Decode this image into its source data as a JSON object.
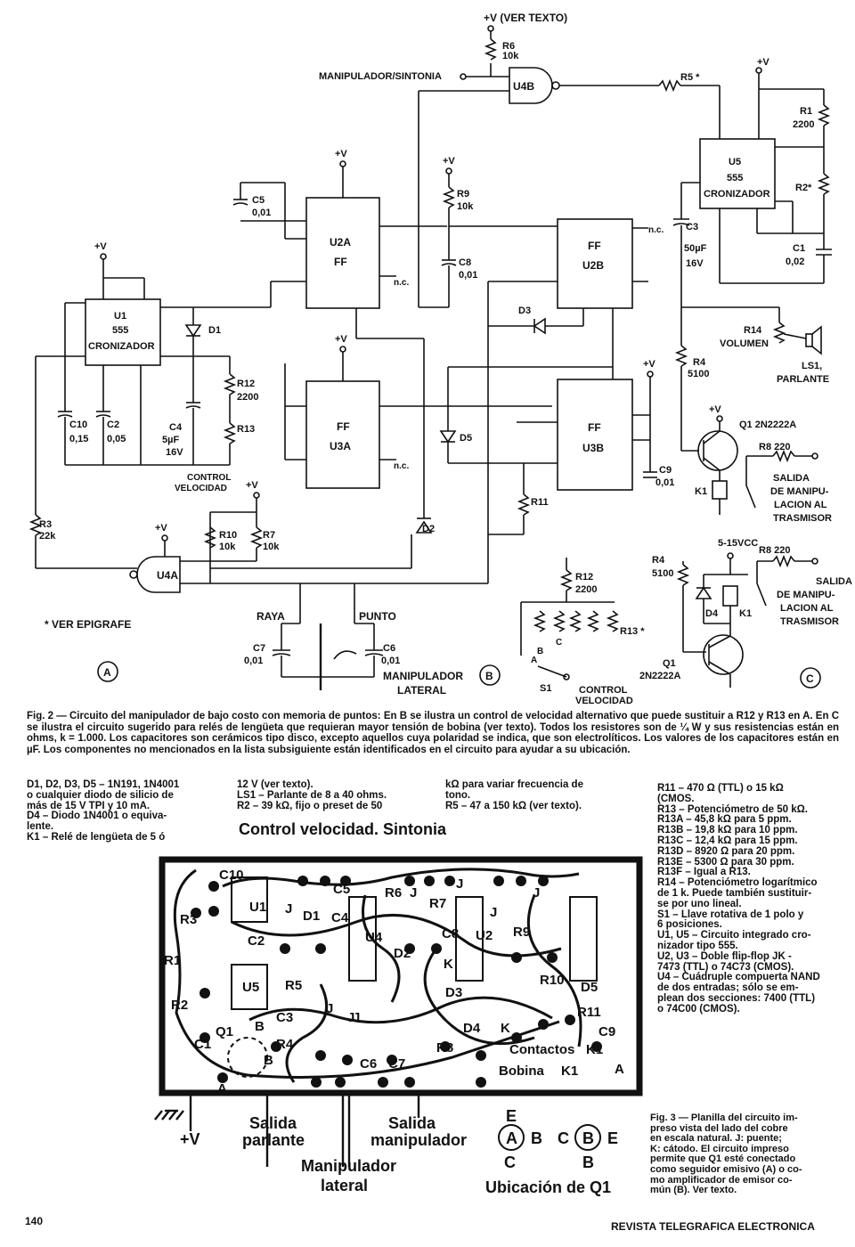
{
  "schematic": {
    "supply_top": "+V (VER TEXTO)",
    "plus_v": "+V",
    "supply_5_15": "5-15VCC",
    "manip_sintonia": "MANIPULADOR/SINTONIA",
    "u4b": "U4B",
    "u4a": "U4A",
    "u1": [
      "U1",
      "555",
      "CRONIZADOR"
    ],
    "u5": [
      "U5",
      "555",
      "CRONIZADOR"
    ],
    "u2a": [
      "U2A",
      "FF"
    ],
    "u3a": [
      "FF",
      "U3A"
    ],
    "u2b": [
      "FF",
      "U2B"
    ],
    "u3b": [
      "FF",
      "U3B"
    ],
    "r6": [
      "R6",
      "10k"
    ],
    "r5": "R5 *",
    "r1": [
      "R1",
      "2200"
    ],
    "r2": "R2*",
    "r9": [
      "R9",
      "10k"
    ],
    "r12": [
      "R12",
      "2200"
    ],
    "r13": "R13",
    "r3": [
      "R3",
      "22k"
    ],
    "r10": [
      "R10",
      "10k"
    ],
    "r7": [
      "R7",
      "10k"
    ],
    "r11": "R11",
    "r4": [
      "R4",
      "5100"
    ],
    "r8": "R8 220",
    "r14": [
      "R14",
      "VOLUMEN"
    ],
    "c5": [
      "C5",
      "0,01"
    ],
    "c8": [
      "C8",
      "0,01"
    ],
    "c3": [
      "C3",
      "50µF",
      "16V"
    ],
    "c1": [
      "C1",
      "0,02"
    ],
    "c10": [
      "C10",
      "0,15"
    ],
    "c2": [
      "C2",
      "0,05"
    ],
    "c4": [
      "C4",
      "5µF",
      "16V"
    ],
    "c9": [
      "C9",
      "0,01"
    ],
    "c7": [
      "C7",
      "0,01"
    ],
    "c6": [
      "C6",
      "0,01"
    ],
    "d1": "D1",
    "d2": "D2",
    "d3": "D3",
    "d4": "D4",
    "d5": "D5",
    "control_velocidad": [
      "CONTROL",
      "VELOCIDAD"
    ],
    "ls1": [
      "LS1,",
      "PARLANTE"
    ],
    "q1": "Q1 2N2222A",
    "k1": "K1",
    "salida_manip": [
      "SALIDA",
      "DE MANIPU-",
      "LACION AL",
      "TRASMISOR"
    ],
    "salida_manip2": [
      "SALIDA",
      "DE MANIPU-",
      "LACION AL",
      "TRASMISOR"
    ],
    "raya": "RAYA",
    "punto": "PUNTO",
    "manip_lateral": [
      "MANIPULADOR",
      "LATERAL"
    ],
    "ver_epigrafe": "* VER EPIGRAFE",
    "label_a": "A",
    "label_b": "B",
    "label_c": "C",
    "s1": "S1",
    "s1_ctrl": [
      "CONTROL",
      "VELOCIDAD"
    ],
    "r13star": "R13 *",
    "q1c": [
      "Q1",
      "2N2222A"
    ],
    "nc": "n.c."
  },
  "caption": "Fig. 2 — Circuito del manipulador de bajo costo con memoria de puntos: En B se ilustra un control de velocidad alternativo que puede sustituir a R12 y R13 en A. En C se ilustra el circuito sugerido para relés de lengüeta que requieran mayor tensión de bobina (ver texto). Todos los resistores son de ¼ W y sus resistencias están en ohms, k = 1.000. Los capacitores son cerámicos tipo disco, excepto aquellos cuya polaridad se indica, que son electrolíticos. Los valores de los capacitores están en µF. Los componentes no mencionados en la lista subsiguiente están identificados en el circuito para ayudar a su ubicación.",
  "parts": {
    "col1": [
      "D1, D2, D3, D5 – 1N191, 1N4001",
      "o cualquier diodo de silicio de",
      "más de 15 V TPI y 10 mA.",
      "D4 – Diodo 1N4001 o equiva-",
      "lente.",
      "K1 – Relé de lengüeta de 5 ó"
    ],
    "col2": [
      "12 V (ver texto).",
      "LS1 – Parlante de 8 a 40 ohms.",
      "R2 – 39 kΩ, fijo o preset de 50"
    ],
    "col3": [
      "kΩ para variar frecuencia de",
      "tono.",
      "R5 – 47 a 150 kΩ (ver texto)."
    ],
    "col4": [
      "R11 – 470 Ω (TTL) o 15 kΩ",
      "(CMOS.",
      "R13 – Potenciómetro de 50 kΩ.",
      "R13A – 45,8 kΩ para 5 ppm.",
      "R13B – 19,8 kΩ para 10 ppm.",
      "R13C – 12,4 kΩ para 15 ppm.",
      "R13D – 8920 Ω para 20 ppm.",
      "R13E – 5300 Ω para 30 ppm.",
      "R13F – Igual a R13.",
      "R14 – Potenciómetro logarítmico",
      "de 1 k. Puede también sustituir-",
      "se por uno lineal.",
      "S1 – Llave rotativa de 1 polo y",
      "6 posiciones.",
      "U1, U5 – Circuito integrado cro-",
      "nizador tipo 555.",
      "U2, U3 – Doble flip-flop JK -",
      "7473 (TTL) o 74C73 (CMOS).",
      "U4 – Cuádruple compuerta NAND",
      "de dos entradas; sólo se em-",
      "plean dos secciones: 7400 (TTL)",
      "o 74C00 (CMOS)."
    ]
  },
  "pcb": {
    "title": "Control velocidad. Sintonia",
    "labels": [
      "C10",
      "R3",
      "U1",
      "C5",
      "R6",
      "J",
      "R7",
      "J",
      "J",
      "J",
      "C2",
      "D1",
      "C4",
      "U4",
      "C8",
      "U2",
      "R9",
      "J",
      "R1",
      "U5",
      "R5",
      "D2",
      "K",
      "R10",
      "D5",
      "R2",
      "C3",
      "J",
      "J",
      "D3",
      "R11",
      "C1",
      "Q1",
      "B",
      "R4",
      "D4",
      "K",
      "C9",
      "Contactos",
      "K1",
      "R8",
      "Bobina",
      "K1",
      "B",
      "C6",
      "C7",
      "A",
      "A",
      "J"
    ],
    "bottom_labels": [
      "+V",
      "Salida",
      "parlante",
      "Manipulador",
      "lateral",
      "Salida",
      "manipulador"
    ],
    "q1_pinout": [
      "E",
      "A",
      "B",
      "C",
      "C",
      "B",
      "E",
      "B"
    ],
    "q1_caption": "Ubicación de Q1"
  },
  "fig3_caption": [
    "Fig. 3 — Planilla del circuito im-",
    "preso vista del lado del cobre",
    "en escala natural. J: puente;",
    "K: cátodo. El circuito impreso",
    "permite que Q1 esté conectado",
    "como seguidor emisivo (A) o co-",
    "mo amplificador de emisor co-",
    "mún (B). Ver texto."
  ],
  "footer": {
    "page": "140",
    "magazine": "REVISTA TELEGRAFICA ELECTRONICA"
  }
}
